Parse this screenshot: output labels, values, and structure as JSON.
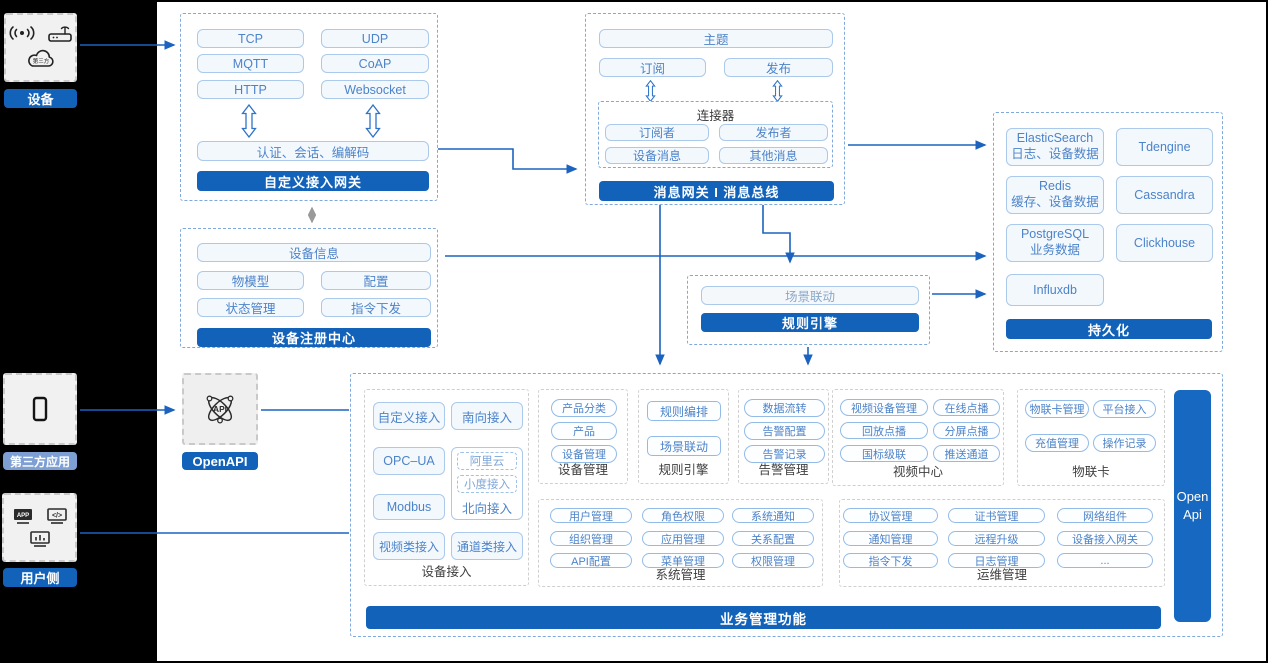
{
  "colors": {
    "accent_blue": "#1262ba",
    "pill_text": "#4c83c9",
    "wire_blue": "#1c63c0",
    "third_party_tag": "#7d9fd3"
  },
  "left_rail": {
    "device": {
      "label": "设备",
      "cloud_text": "第三方"
    },
    "third_party": {
      "label": "第三方应用"
    },
    "user_side": {
      "label": "用户侧",
      "app_icon_text": "APP",
      "code_icon_text": "</>"
    }
  },
  "custom_gateway": {
    "protocols": [
      "TCP",
      "UDP",
      "MQTT",
      "CoAP",
      "HTTP",
      "Websocket"
    ],
    "codec_pill": "认证、会话、编解码",
    "banner": "自定义接入网关"
  },
  "message_bus": {
    "topic_pill": "主题",
    "subscribe_pill": "订阅",
    "publish_pill": "发布",
    "connector_title": "连接器",
    "connector_pills": [
      "订阅者",
      "发布者",
      "设备消息",
      "其他消息"
    ],
    "banner": "消息网关 I 消息总线"
  },
  "device_registry": {
    "info_pill": "设备信息",
    "pills": [
      "物模型",
      "配置",
      "状态管理",
      "指令下发"
    ],
    "banner": "设备注册中心"
  },
  "rule_engine_box": {
    "scene_pill": "场景联动",
    "banner": "规则引擎"
  },
  "persistence": {
    "cells": [
      "ElasticSearch\n日志、设备数据",
      "Tdengine",
      "Redis\n缓存、设备数据",
      "Cassandra",
      "PostgreSQL\n业务数据",
      "Clickhouse",
      "Influxdb"
    ],
    "banner": "持久化"
  },
  "open_api": {
    "label": "OpenAPI",
    "icon_text": "API"
  },
  "business": {
    "banner": "业务管理功能",
    "open_api_bar": "Open Api",
    "device_access": {
      "title": "设备接入",
      "custom": "自定义接入",
      "south": "南向接入",
      "opcua": "OPC–UA",
      "aliyun": "阿里云",
      "xiaodu": "小度接入",
      "north": "北向接入",
      "modbus": "Modbus",
      "video": "视频类接入",
      "channel": "通道类接入"
    },
    "device_mgmt": {
      "title": "设备管理",
      "pills": [
        "产品分类",
        "产品",
        "设备管理"
      ]
    },
    "rule_engine": {
      "title": "规则引擎",
      "pills": [
        "规则编排",
        "场景联动"
      ]
    },
    "alarm": {
      "title": "告警管理",
      "pills": [
        "数据流转",
        "告警配置",
        "告警记录"
      ]
    },
    "video_center": {
      "title": "视频中心",
      "pills": [
        "视频设备管理",
        "在线点播",
        "回放点播",
        "分屏点播",
        "国标级联",
        "推送通道"
      ]
    },
    "iot_card": {
      "title": "物联卡",
      "pills": [
        "物联卡管理",
        "平台接入",
        "充值管理",
        "操作记录"
      ]
    },
    "system_mgmt": {
      "title": "系统管理",
      "pills": [
        "用户管理",
        "角色权限",
        "系统通知",
        "组织管理",
        "应用管理",
        "关系配置",
        "API配置",
        "菜单管理",
        "权限管理"
      ]
    },
    "ops_mgmt": {
      "title": "运维管理",
      "pills": [
        "协议管理",
        "证书管理",
        "网络组件",
        "通知管理",
        "远程升级",
        "设备接入网关",
        "指令下发",
        "日志管理",
        "..."
      ]
    }
  }
}
